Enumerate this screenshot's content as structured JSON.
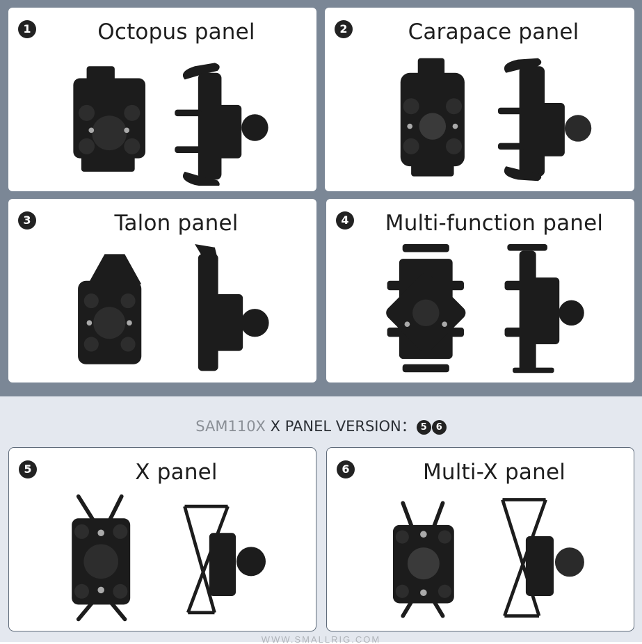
{
  "panels_top": [
    {
      "number": "1",
      "title": "Octopus panel"
    },
    {
      "number": "2",
      "title": "Carapace panel"
    },
    {
      "number": "3",
      "title": "Talon panel"
    },
    {
      "number": "4",
      "title": "Multi-function panel"
    }
  ],
  "version": {
    "model": "SAM110X",
    "label": " X PANEL VERSION：",
    "badges": [
      "5",
      "6"
    ]
  },
  "panels_bottom": [
    {
      "number": "5",
      "title": "X panel"
    },
    {
      "number": "6",
      "title": "Multi-X panel"
    }
  ],
  "colors": {
    "top_background": "#7b8796",
    "bottom_background": "#e4e8ef",
    "card": "#ffffff",
    "product": "#1c1c1c",
    "badge": "#222222"
  },
  "footer": {
    "text": "WWW.SMALLRIG.COM"
  }
}
